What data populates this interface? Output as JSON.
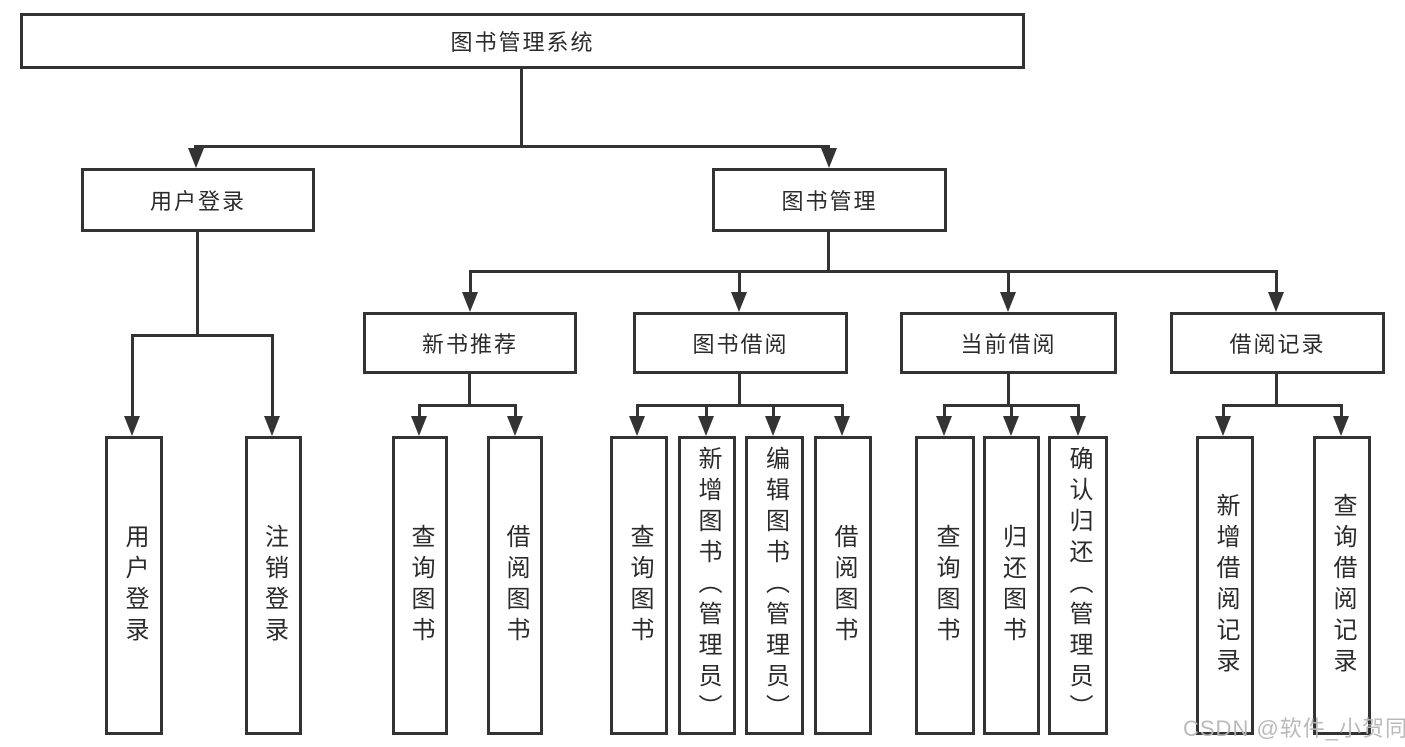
{
  "diagram": {
    "title": "图书管理系统",
    "level2": [
      "用户登录",
      "图书管理"
    ],
    "level3": [
      "新书推荐",
      "图书借阅",
      "当前借阅",
      "借阅记录"
    ],
    "leaves_user_login": [
      "用户登录",
      "注销登录"
    ],
    "leaves_new_book": [
      "查询图书",
      "借阅图书"
    ],
    "leaves_book_borrow": [
      "查询图书",
      "新增图书（管理员）",
      "编辑图书（管理员）",
      "借阅图书"
    ],
    "leaves_current_borrow": [
      "查询图书",
      "归还图书",
      "确认归还（管理员）"
    ],
    "leaves_borrow_record": [
      "新增借阅记录",
      "查询借阅记录"
    ]
  },
  "watermark": {
    "text": "CSDN @软件_小贺同学"
  },
  "colors": {
    "line": "#333333",
    "box_border": "#333333",
    "text": "#2b2b2b",
    "watermark": "#b6b6b6",
    "background": "#ffffff"
  }
}
